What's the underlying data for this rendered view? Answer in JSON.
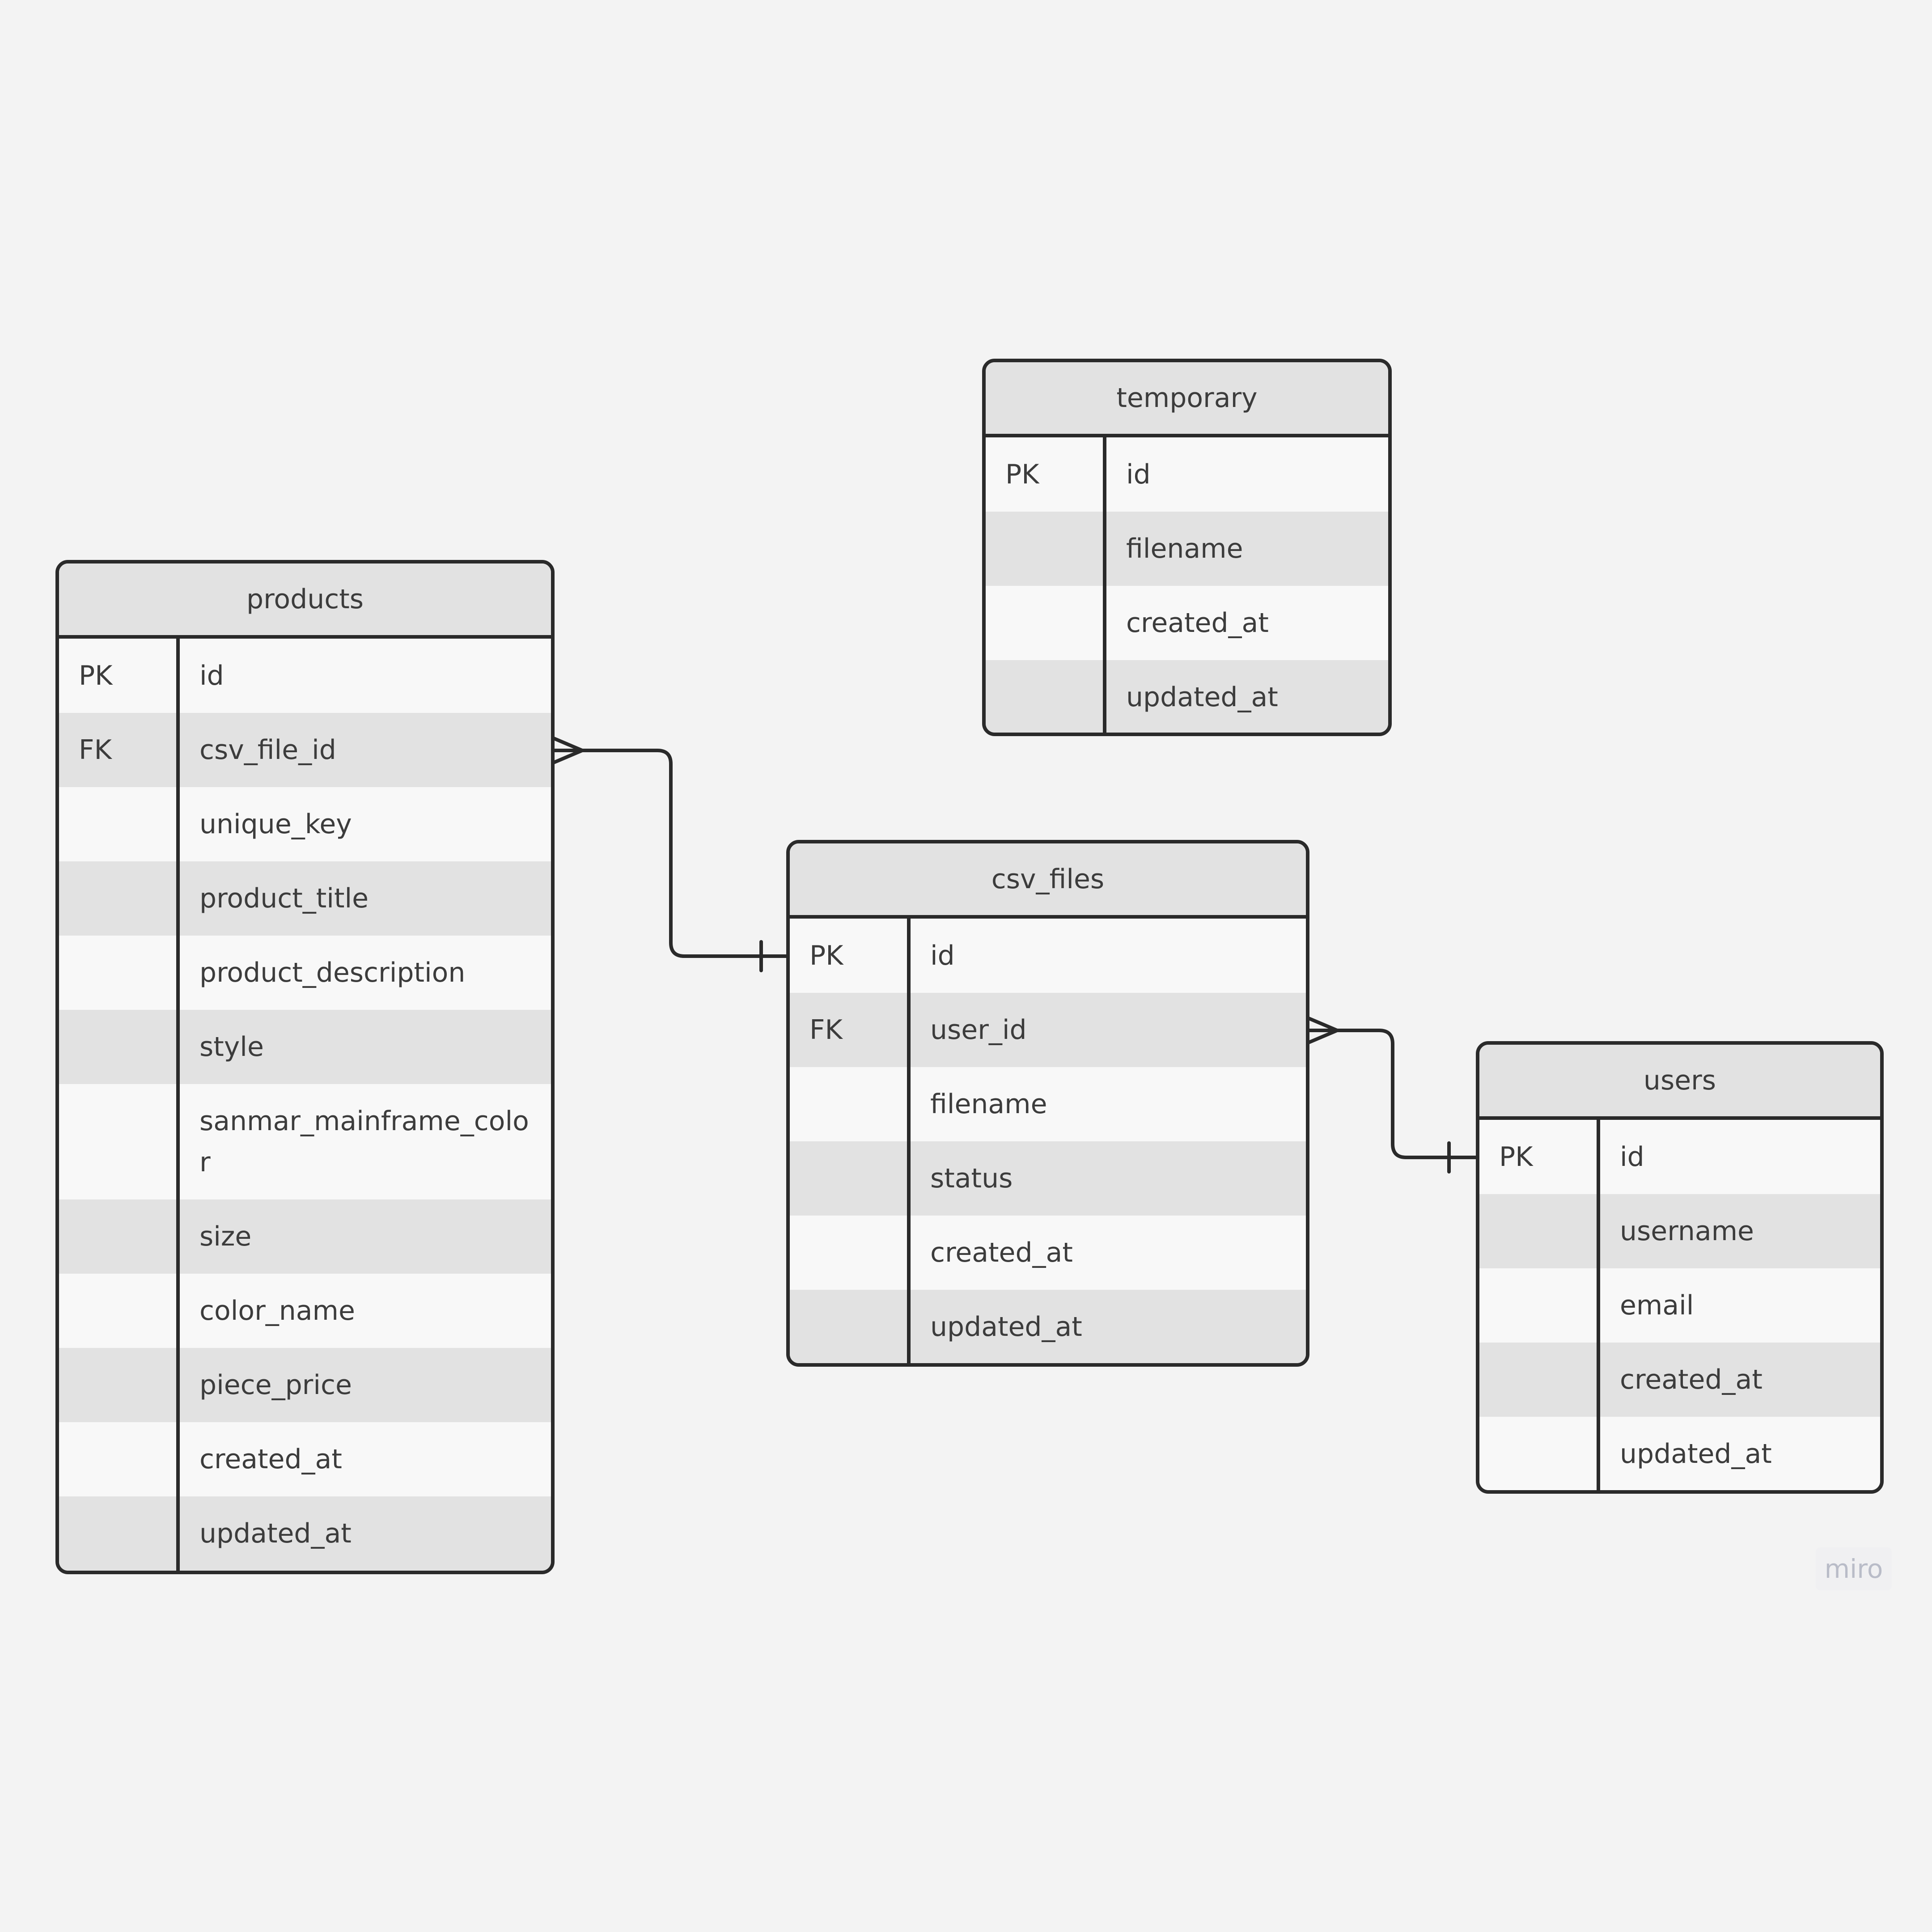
{
  "tables": {
    "temporary": {
      "title": "temporary",
      "rows": [
        {
          "key": "PK",
          "field": "id"
        },
        {
          "key": "",
          "field": "filename"
        },
        {
          "key": "",
          "field": "created_at"
        },
        {
          "key": "",
          "field": "updated_at"
        }
      ]
    },
    "products": {
      "title": "products",
      "rows": [
        {
          "key": "PK",
          "field": "id"
        },
        {
          "key": "FK",
          "field": "csv_file_id"
        },
        {
          "key": "",
          "field": "unique_key"
        },
        {
          "key": "",
          "field": "product_title"
        },
        {
          "key": "",
          "field": "product_description"
        },
        {
          "key": "",
          "field": "style"
        },
        {
          "key": "",
          "field": "sanmar_mainframe_color"
        },
        {
          "key": "",
          "field": "size"
        },
        {
          "key": "",
          "field": "color_name"
        },
        {
          "key": "",
          "field": "piece_price"
        },
        {
          "key": "",
          "field": "created_at"
        },
        {
          "key": "",
          "field": "updated_at"
        }
      ]
    },
    "csv_files": {
      "title": "csv_files",
      "rows": [
        {
          "key": "PK",
          "field": "id"
        },
        {
          "key": "FK",
          "field": "user_id"
        },
        {
          "key": "",
          "field": "filename"
        },
        {
          "key": "",
          "field": "status"
        },
        {
          "key": "",
          "field": "created_at"
        },
        {
          "key": "",
          "field": "updated_at"
        }
      ]
    },
    "users": {
      "title": "users",
      "rows": [
        {
          "key": "PK",
          "field": "id"
        },
        {
          "key": "",
          "field": "username"
        },
        {
          "key": "",
          "field": "email"
        },
        {
          "key": "",
          "field": "created_at"
        },
        {
          "key": "",
          "field": "updated_at"
        }
      ]
    }
  },
  "relationships": [
    {
      "from": "products.csv_file_id",
      "from_cardinality": "many",
      "to": "csv_files.id",
      "to_cardinality": "one"
    },
    {
      "from": "csv_files.user_id",
      "from_cardinality": "many",
      "to": "users.id",
      "to_cardinality": "one"
    }
  ],
  "watermark": "miro",
  "colors": {
    "background": "#f3f3f3",
    "header": "#e2e2e2",
    "row_light": "#f8f8f8",
    "row_dark": "#e2e2e2",
    "border": "#2a2a2a",
    "text": "#3c3c3c"
  }
}
